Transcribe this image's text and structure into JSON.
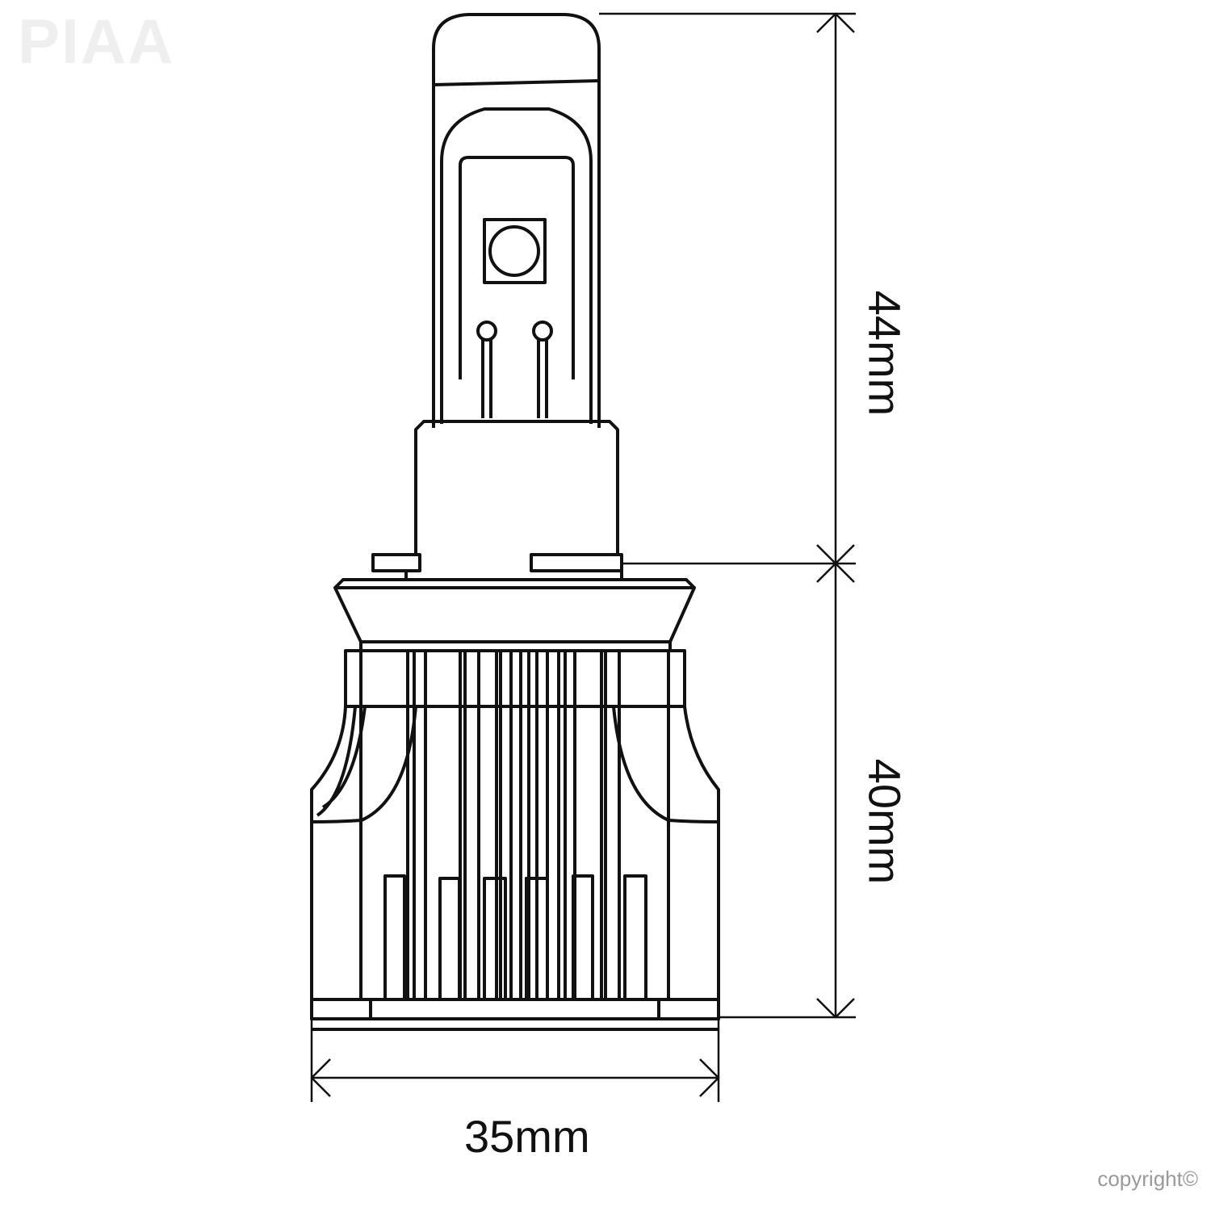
{
  "logo": "PIAA",
  "dimensions": {
    "upper_height": "44mm",
    "lower_height": "40mm",
    "width": "35mm"
  },
  "copyright": "copyright©",
  "colors": {
    "line": "#111111",
    "logo": "#efefef",
    "copyright": "#9a9a9a"
  }
}
